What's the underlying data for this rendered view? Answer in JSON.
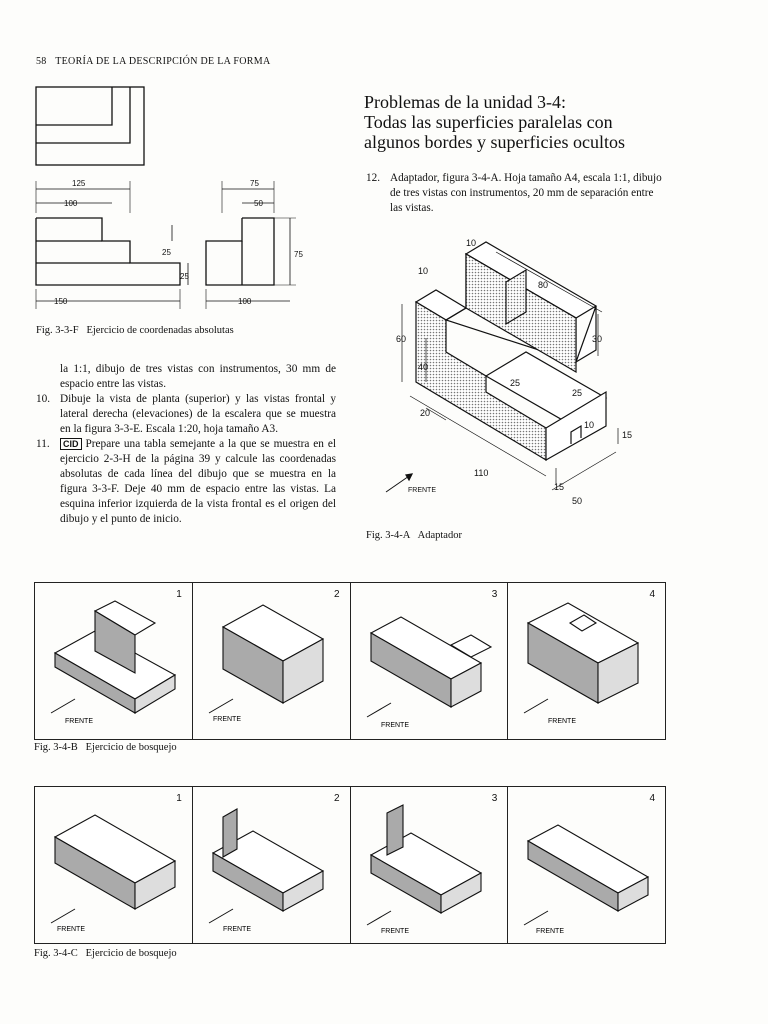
{
  "header": {
    "page_number": "58",
    "running_title": "TEORÍA DE LA DESCRIPCIÓN DE LA FORMA"
  },
  "figure_3_3_F": {
    "dims": {
      "d125": "125",
      "d100a": "100",
      "d75": "75",
      "d50": "50",
      "d25a": "25",
      "d25b": "25",
      "d75v": "75",
      "d150": "150",
      "d100b": "100"
    },
    "caption_label": "Fig. 3-3-F",
    "caption_text": "Ejercicio de coordenadas absolutas"
  },
  "left_body": {
    "p_cont": "la 1:1, dibujo de tres vistas con instrumentos, 30 mm de espacio entre las vistas.",
    "item10_num": "10.",
    "item10_text": "Dibuje la vista de planta (superior) y las vistas frontal y lateral derecha (elevaciones) de la escalera que se muestra en la figura 3-3-E. Escala 1:20, hoja tamaño A3.",
    "item11_num": "11.",
    "item11_badge": "CID",
    "item11_text": "Prepare una tabla semejante a la que se muestra en el ejercicio 2-3-H de la página 39 y calcule las coordenadas absolutas de cada línea del dibujo que se muestra en la figura 3-3-F. Deje 40 mm de espacio entre las vistas. La esquina inferior izquierda de la vista frontal es el origen del dibujo y el punto de inicio."
  },
  "section": {
    "title_line1": "Problemas de la unidad 3-4:",
    "title_line2": "Todas las superficies paralelas con",
    "title_line3": "algunos bordes y superficies ocultos"
  },
  "item12": {
    "num": "12.",
    "text": "Adaptador, figura 3-4-A. Hoja tamaño A4, escala 1:1, dibujo de tres vistas con instrumentos, 20 mm de separación entre las vistas."
  },
  "figure_3_4_A": {
    "dims": {
      "d10a": "10",
      "d10b": "10",
      "d80": "80",
      "d60": "60",
      "d30": "30",
      "d40": "40",
      "d25a": "25",
      "d25b": "25",
      "d20": "20",
      "d10c": "10",
      "d110": "110",
      "d15a": "15",
      "d15b": "15",
      "d50": "50"
    },
    "frente": "FRENTE",
    "caption_label": "Fig. 3-4-A",
    "caption_text": "Adaptador"
  },
  "figure_3_4_B": {
    "panels": [
      {
        "num": "1",
        "label": "FRENTE"
      },
      {
        "num": "2",
        "label": "FRENTE"
      },
      {
        "num": "3",
        "label": "FRENTE"
      },
      {
        "num": "4",
        "label": "FRENTE"
      }
    ],
    "caption_label": "Fig. 3-4-B",
    "caption_text": "Ejercicio de bosquejo"
  },
  "figure_3_4_C": {
    "panels": [
      {
        "num": "1",
        "label": "FRENTE"
      },
      {
        "num": "2",
        "label": "FRENTE"
      },
      {
        "num": "3",
        "label": "FRENTE"
      },
      {
        "num": "4",
        "label": "FRENTE"
      }
    ],
    "caption_label": "Fig. 3-4-C",
    "caption_text": "Ejercicio de bosquejo"
  },
  "colors": {
    "ink": "#111111",
    "shade": "#9a9a9a",
    "paper": "#fdfdfb"
  }
}
